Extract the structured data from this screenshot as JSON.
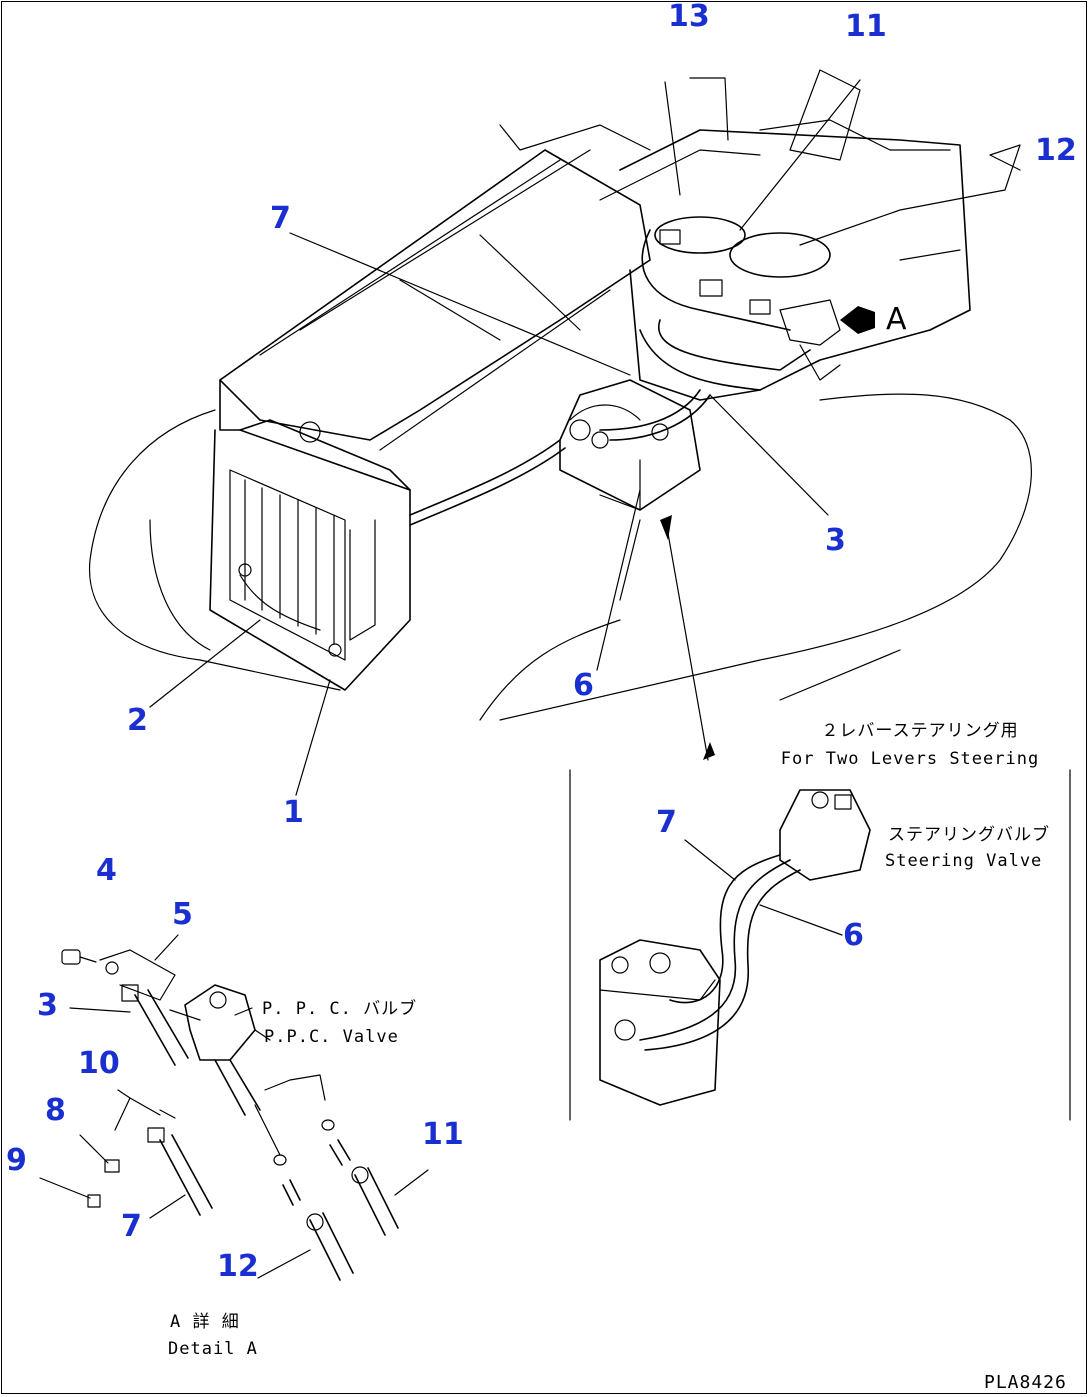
{
  "callouts": {
    "c13": "13",
    "c11_top": "11",
    "c12_top": "12",
    "c7_top": "7",
    "c3_top": "3",
    "c6_mid": "6",
    "c2": "2",
    "c1": "1",
    "c7_inset": "7",
    "c6_inset": "6",
    "c4": "4",
    "c5": "5",
    "c3_detail": "3",
    "c10": "10",
    "c8": "8",
    "c9": "9",
    "c7_detail": "7",
    "c11_detail": "11",
    "c12_detail": "12"
  },
  "view_arrow_label": "A",
  "inset": {
    "title_jp": "２レバーステアリング用",
    "title_en": "For Two Levers Steering",
    "valve_jp": "ステアリングバルブ",
    "valve_en": "Steering Valve"
  },
  "detail": {
    "ppc_jp": "P. P. C. バルブ",
    "ppc_en": "P.P.C. Valve",
    "label_jp": "A 詳 細",
    "label_en": "Detail A"
  },
  "drawing_code": "PLA8426"
}
